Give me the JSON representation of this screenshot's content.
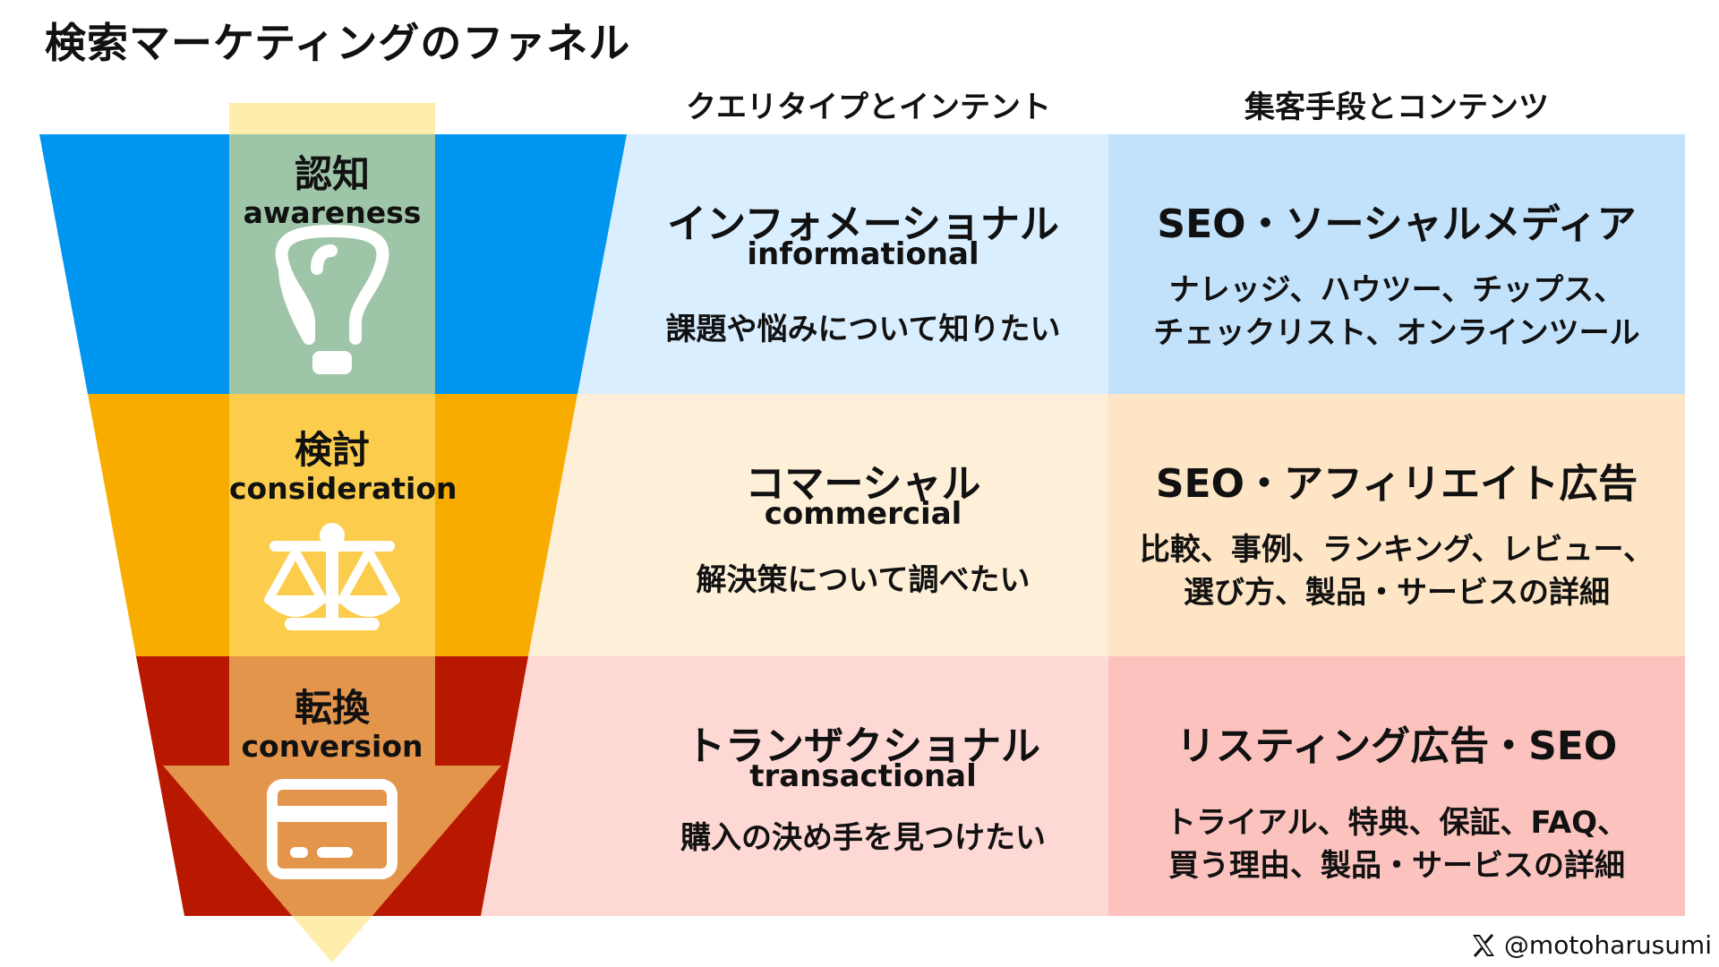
{
  "title": "検索マーケティングのファネル",
  "columns": {
    "query_header": "クエリタイプとインテント",
    "channel_header": "集客手段とコンテンツ"
  },
  "stages": [
    {
      "jp": "認知",
      "en": "awareness",
      "icon": "lightbulb-icon",
      "query_title": "インフォメーショナル",
      "query_en": "informational",
      "query_desc": "課題や悩みについて知りたい",
      "channel_title": "SEO・ソーシャルメディア",
      "channel_line1": "ナレッジ、ハウツー、チップス、",
      "channel_line2": "チェックリスト、オンラインツール"
    },
    {
      "jp": "検討",
      "en": "consideration",
      "icon": "scale-icon",
      "query_title": "コマーシャル",
      "query_en": "commercial",
      "query_desc": "解決策について調べたい",
      "channel_title": "SEO・アフィリエイト広告",
      "channel_line1": "比較、事例、ランキング、レビュー、",
      "channel_line2": "選び方、製品・サービスの詳細"
    },
    {
      "jp": "転換",
      "en": "conversion",
      "icon": "credit-card-icon",
      "query_title": "トランザクショナル",
      "query_en": "transactional",
      "query_desc": "購入の決め手を見つけたい",
      "channel_title": "リスティング広告・SEO",
      "channel_line1": "トライアル、特典、保証、FAQ、",
      "channel_line2": "買う理由、製品・サービスの詳細"
    }
  ],
  "colors": {
    "awareness_funnel": "#0096f0",
    "consideration_funnel": "#f8ac00",
    "conversion_funnel": "#b81800",
    "awareness_query_bg": "#d9eeff",
    "awareness_channel_bg": "#c2e2fb",
    "consideration_query_bg": "#fdefd8",
    "consideration_channel_bg": "#fde5c5",
    "conversion_query_bg": "#fdd8d4",
    "conversion_channel_bg": "#fcc3be",
    "arrow": "#ffe27a"
  },
  "credit": {
    "icon": "x-logo-icon",
    "handle": "@motoharusumi"
  }
}
